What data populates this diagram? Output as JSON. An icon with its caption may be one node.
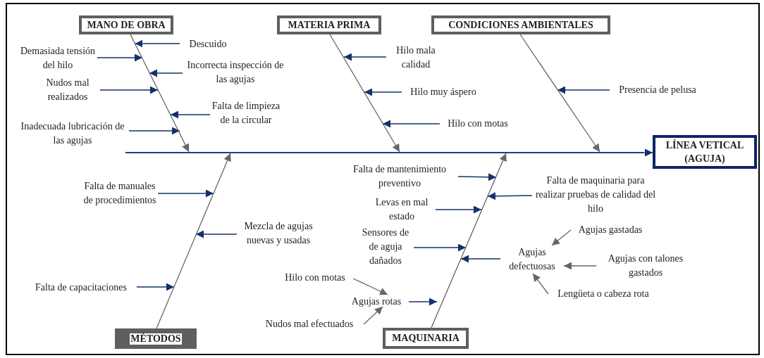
{
  "diagram": {
    "nodes": [
      {
        "text": [
          "MANO DE OBRA"
        ]
      },
      {
        "text": [
          "MATERIA PRIMA"
        ]
      },
      {
        "text": [
          "CONDICIONES AMBIENTALES"
        ]
      },
      {
        "text": [
          "Descuido"
        ]
      },
      {
        "text": [
          "Demasiada tensión del hilo"
        ]
      },
      {
        "text": [
          "Incorrecta inspección de las agujas"
        ]
      },
      {
        "text": [
          "Nudos mal realizados"
        ]
      },
      {
        "text": [
          "Falta de limpieza de la circular"
        ]
      },
      {
        "text": [
          "Inadecuada lubricación de las agujas"
        ]
      },
      {
        "text": [
          "Hilo mala calidad"
        ]
      },
      {
        "text": [
          "Hilo muy áspero"
        ]
      },
      {
        "text": [
          "Hilo con motas"
        ]
      },
      {
        "text": [
          "Presencia de pelusa"
        ]
      },
      {
        "text": [],
        "shape": "bar"
      },
      {
        "text": [
          "LÍNEA VETICAL (AGUJA)"
        ]
      },
      {
        "text": [
          "Falta de manuales de procedimientos"
        ]
      },
      {
        "text": [
          "Mezcla de agujas nuevas y usadas"
        ]
      },
      {
        "text": [
          "Falta de capacitaciones"
        ]
      },
      {
        "text": [
          "Falta de mantenimiento preventivo"
        ]
      },
      {
        "text": [
          "Falta de maquinaria para realizar pruebas de calidad del hilo"
        ]
      },
      {
        "text": [
          "Levas en mal estado"
        ]
      },
      {
        "text": [
          "Sensores de de aguja dañados"
        ]
      },
      {
        "text": [
          "Agujas defectuosas"
        ]
      },
      {
        "text": [
          "Agujas gastadas"
        ]
      },
      {
        "text": [
          "Agujas con talones gastados"
        ]
      },
      {
        "text": [
          "Lengüeta o cabeza rota"
        ]
      },
      {
        "text": [
          "Hilo con motas"
        ]
      },
      {
        "text": [
          "Agujas rotas"
        ]
      },
      {
        "text": [
          "Nudos mal efectuados"
        ]
      },
      {
        "text": [
          "MÉTODOS"
        ]
      },
      {
        "text": [
          "MAQUINARIA"
        ]
      }
    ],
    "edges": [
      {
        "from": 3,
        "to": 0,
        "arrow": "to"
      },
      {
        "from": 4,
        "to": null,
        "arrow": "to"
      },
      {
        "from": 5,
        "to": null,
        "arrow": "to"
      },
      {
        "from": 6,
        "to": null,
        "arrow": "to"
      },
      {
        "from": 7,
        "to": null,
        "arrow": "to"
      },
      {
        "from": 8,
        "to": null,
        "arrow": "to"
      },
      {
        "from": 9,
        "to": null,
        "arrow": "to"
      },
      {
        "from": 10,
        "to": null,
        "arrow": "to"
      },
      {
        "from": 11,
        "to": null,
        "arrow": "to"
      },
      {
        "from": 12,
        "to": null,
        "arrow": "to"
      },
      {
        "from": 0,
        "to": 13,
        "arrow": "to",
        "color": "#666666"
      },
      {
        "from": 1,
        "to": 13,
        "arrow": "to",
        "color": "#666666"
      },
      {
        "from": 2,
        "to": 13,
        "arrow": "to",
        "color": "#666666"
      },
      {
        "from": 13,
        "to": 14,
        "arrow": "to"
      },
      {
        "from": 15,
        "to": null,
        "arrow": "to"
      },
      {
        "from": 16,
        "to": null,
        "arrow": "to"
      },
      {
        "from": 17,
        "to": null,
        "arrow": "to"
      },
      {
        "from": 18,
        "to": null,
        "arrow": "to"
      },
      {
        "from": 19,
        "to": null,
        "arrow": "to"
      },
      {
        "from": 20,
        "to": null,
        "arrow": "to"
      },
      {
        "from": 21,
        "to": null,
        "arrow": "to"
      },
      {
        "from": 22,
        "to": null,
        "arrow": "to"
      },
      {
        "from": 23,
        "to": 22,
        "arrow": "to",
        "color": "#666666"
      },
      {
        "from": 24,
        "to": 22,
        "arrow": "to",
        "color": "#666666"
      },
      {
        "from": 25,
        "to": 22,
        "arrow": "to",
        "color": "#666666"
      },
      {
        "from": 26,
        "to": 27,
        "arrow": "to",
        "color": "#666666"
      },
      {
        "from": 28,
        "to": 27,
        "arrow": "to",
        "color": "#666666"
      },
      {
        "from": 27,
        "to": null,
        "arrow": "to"
      },
      {
        "from": 29,
        "to": 13,
        "arrow": "to",
        "color": "#666666"
      },
      {
        "from": 30,
        "to": 13,
        "arrow": "to",
        "color": "#666666"
      }
    ]
  }
}
